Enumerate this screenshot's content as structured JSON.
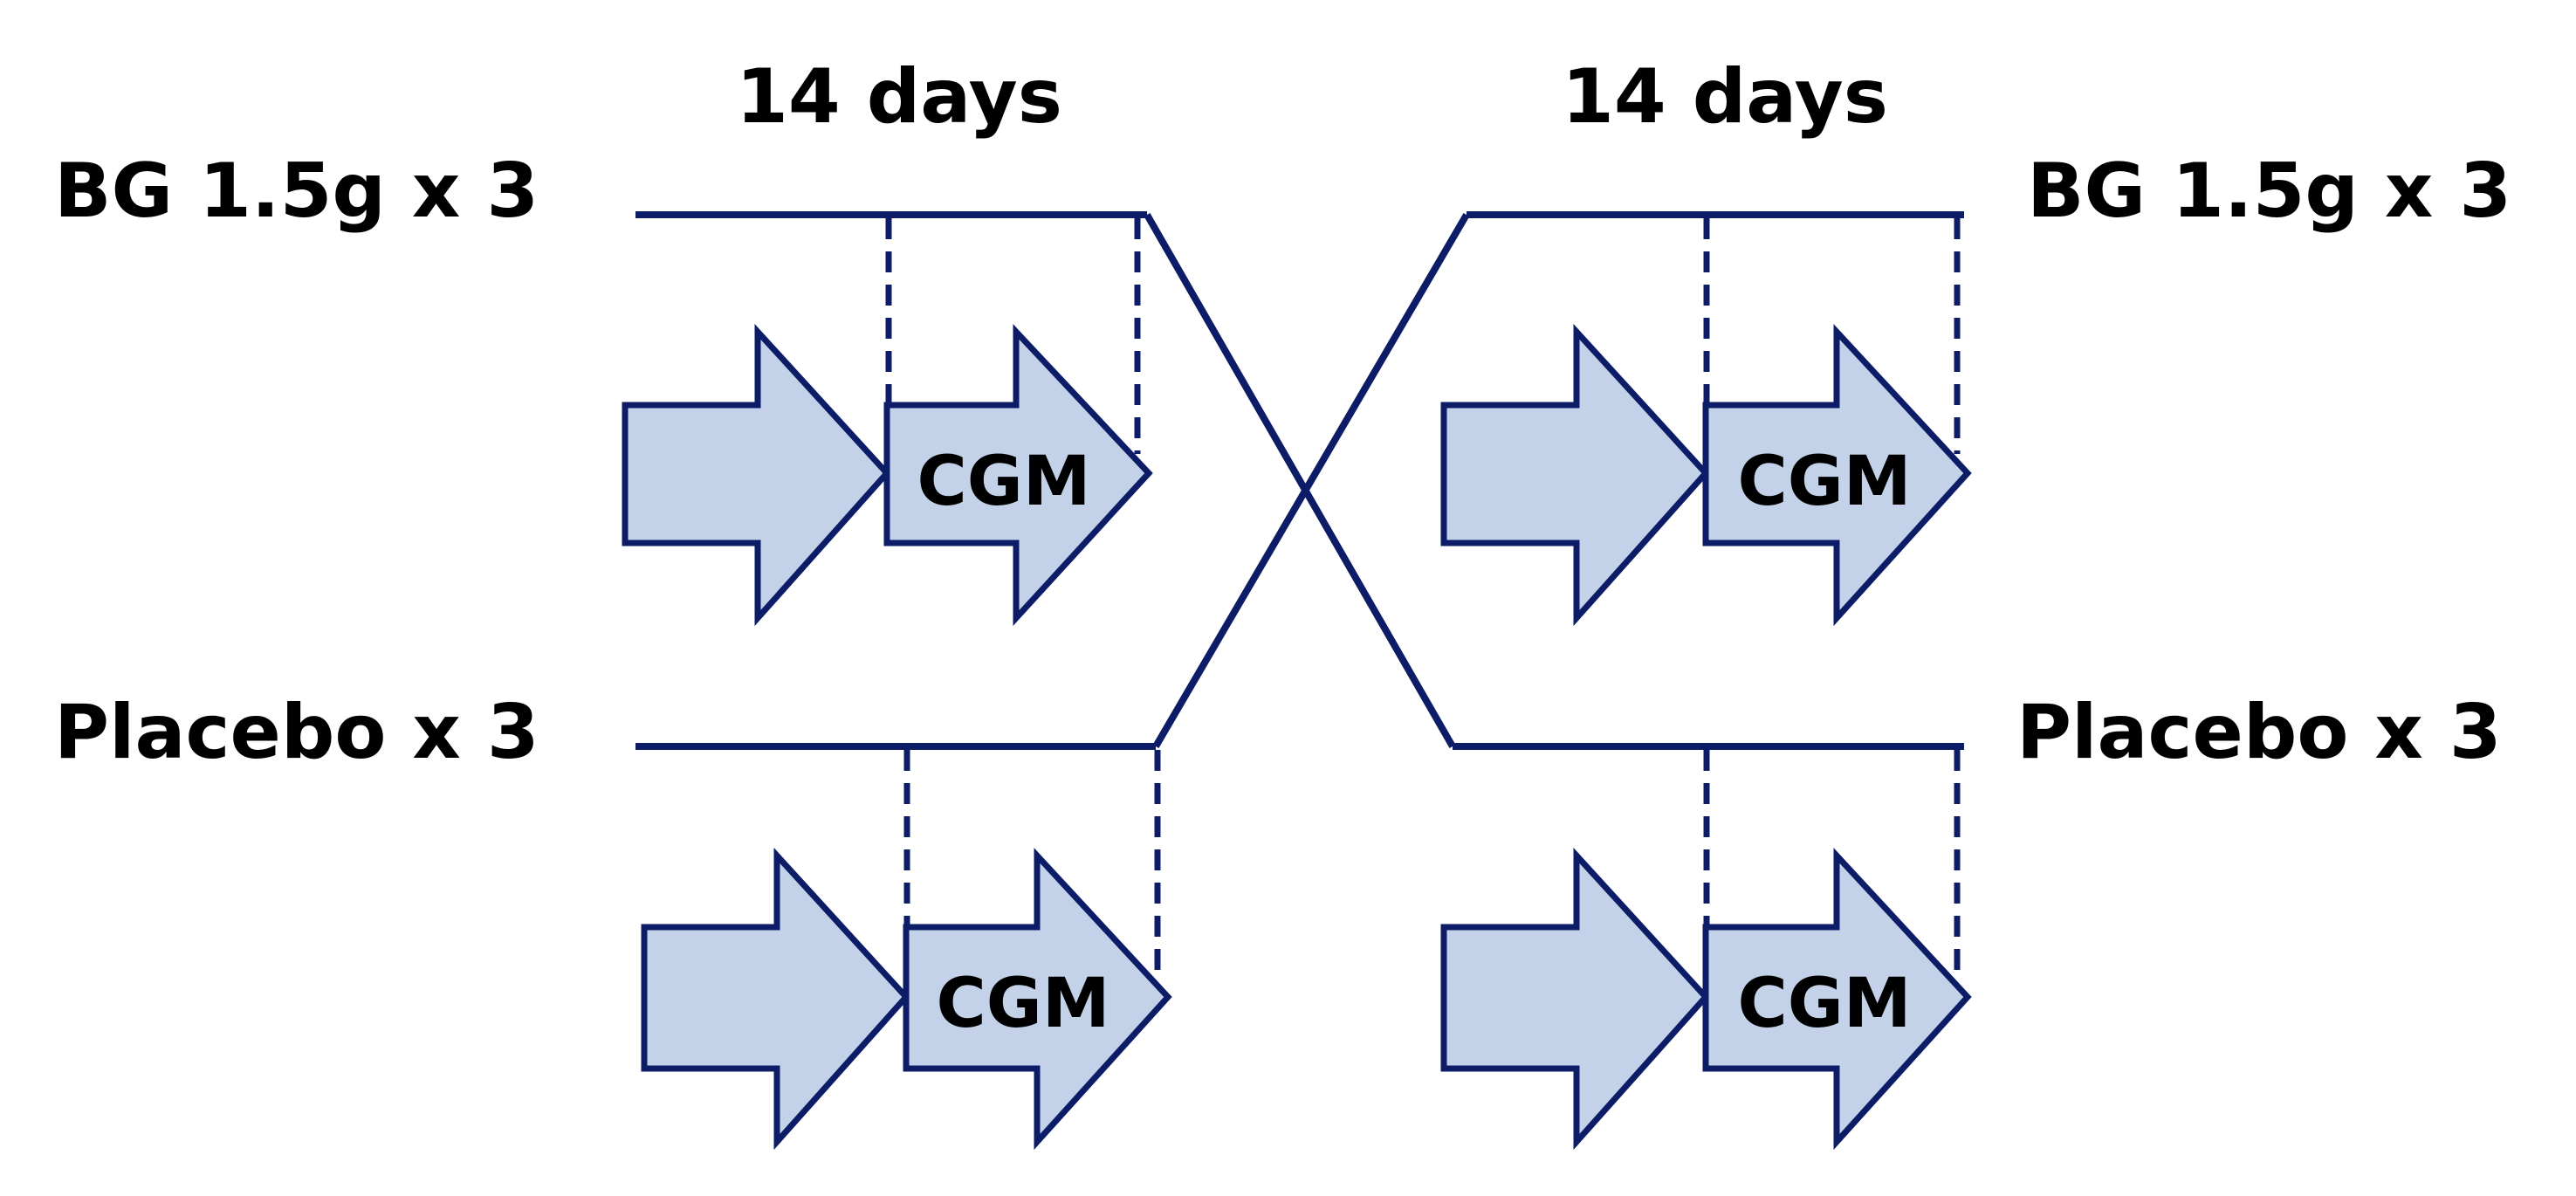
{
  "colors": {
    "line": "#0d1c66",
    "arrow_fill": "#c3d2e8",
    "text": "#000000"
  },
  "periods": [
    {
      "label": "14 days"
    },
    {
      "label": "14 days"
    }
  ],
  "arms": {
    "left": [
      {
        "label": "BG 1.5g x 3"
      },
      {
        "label": "Placebo x 3"
      }
    ],
    "right": [
      {
        "label": "BG 1.5g x 3"
      },
      {
        "label": "Placebo x 3"
      }
    ]
  },
  "cgm": {
    "label": "CGM"
  }
}
